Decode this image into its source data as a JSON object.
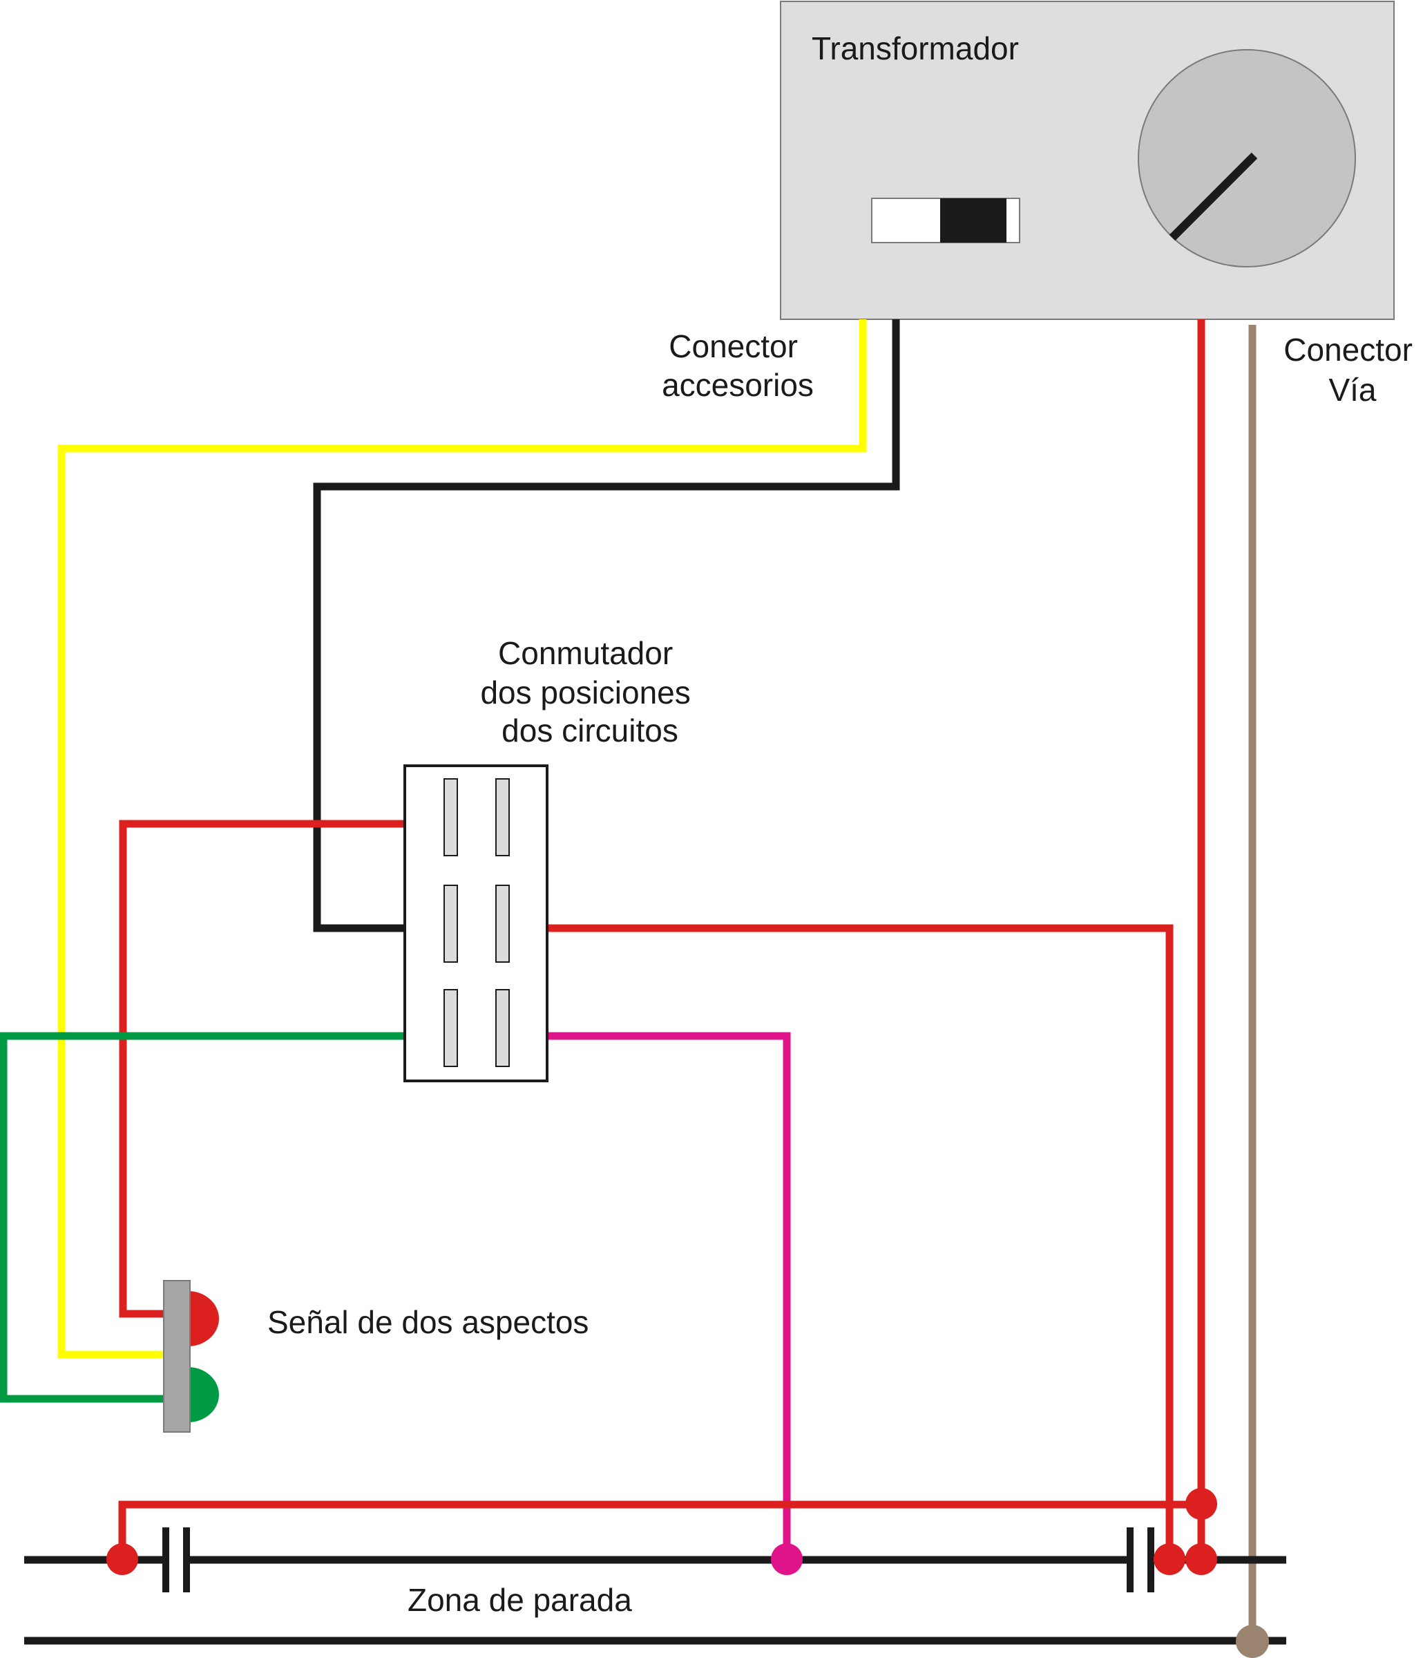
{
  "labels": {
    "transformer": "Transformador",
    "accessory_connector": [
      "Conector",
      "accesorios"
    ],
    "track_connector": [
      "Conector",
      "Vía"
    ],
    "switch": [
      "Conmutador",
      "dos posiciones",
      "dos circuitos"
    ],
    "signal": "Señal de dos aspectos",
    "stop_zone": "Zona de parada"
  },
  "colors": {
    "yellow_wire": "#ffff00",
    "black_wire": "#1a1a1a",
    "red_wire": "#dc2020",
    "green_wire": "#009a44",
    "magenta_wire": "#e0148a",
    "brown_wire": "#9a8470",
    "transformer_body": "#dedede",
    "dial": "#c4c4c4",
    "switch_contact": "#dcdcdc",
    "signal_mast": "#a6a6a6"
  },
  "icons": {
    "transformer_dial": "rotary-dial-icon",
    "transformer_switch": "slide-switch-icon",
    "signal": "two-aspect-signal-icon",
    "rail_gap": "insulated-gap-icon"
  }
}
